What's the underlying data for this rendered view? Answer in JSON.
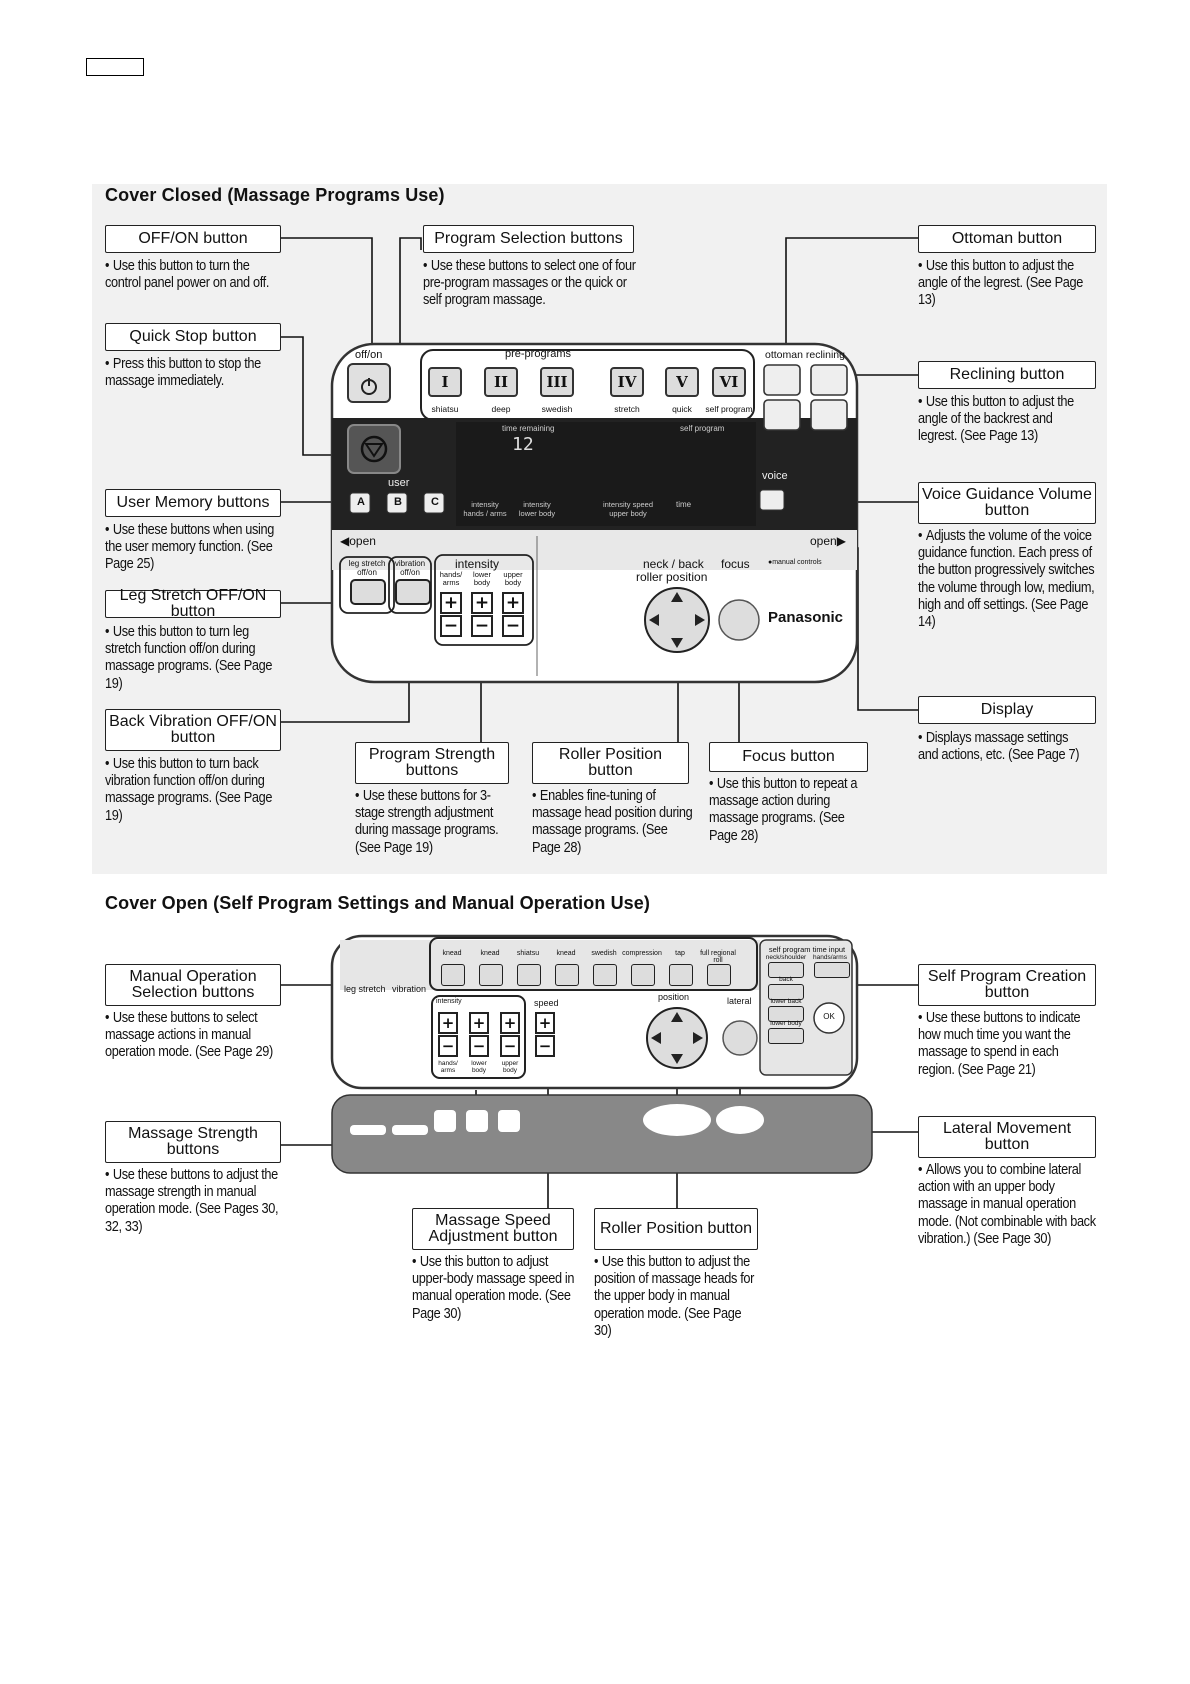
{
  "section_closed": {
    "title": "Cover Closed (Massage Programs Use)",
    "callouts": [
      {
        "id": "offon",
        "label": "OFF/ON button",
        "desc": "Use this button to turn the control panel power on and off."
      },
      {
        "id": "program",
        "label": "Program Selection buttons",
        "desc": "Use these buttons to select one of four pre-program massages or the quick or self program massage."
      },
      {
        "id": "ottoman",
        "label": "Ottoman button",
        "desc": "Use this button to adjust the angle of the legrest. (See Page 13)"
      },
      {
        "id": "quickstop",
        "label": "Quick Stop button",
        "desc": "Press this button to stop the massage immediately."
      },
      {
        "id": "reclining",
        "label": "Reclining button",
        "desc": "Use this button to adjust the angle of the backrest and legrest. (See Page 13)"
      },
      {
        "id": "usermemory",
        "label": "User Memory buttons",
        "desc": "Use these buttons when using the user memory function. (See Page 25)"
      },
      {
        "id": "voice",
        "label": "Voice Guidance Volume button",
        "desc": "Adjusts the volume of the voice guidance function. Each press of the button progressively switches the volume through low, medium, high and off settings. (See Page 14)"
      },
      {
        "id": "legstretch",
        "label": "Leg Stretch OFF/ON button",
        "desc": "Use this button to turn leg stretch function off/on during massage programs. (See Page 19)"
      },
      {
        "id": "backvib",
        "label": "Back Vibration OFF/ON button",
        "desc": "Use this button to turn back vibration function off/on during massage programs. (See Page 19)"
      },
      {
        "id": "display",
        "label": "Display",
        "desc": "Displays massage settings and actions, etc. (See Page 7)"
      },
      {
        "id": "strength",
        "label": "Program Strength buttons",
        "desc": "Use these buttons for 3-stage strength adjustment during massage programs. (See Page 19)"
      },
      {
        "id": "roller",
        "label": "Roller Position button",
        "desc": "Enables fine-tuning of massage head position during massage programs. (See Page 28)"
      },
      {
        "id": "focus",
        "label": "Focus button",
        "desc": "Use this button to repeat a massage action during massage programs. (See Page 28)"
      }
    ],
    "panel": {
      "offon_label": "off/on",
      "preprograms_label": "pre-programs",
      "prog_buttons": [
        "I",
        "II",
        "III",
        "IV",
        "V",
        "VI"
      ],
      "prog_names": [
        "shiatsu",
        "deep",
        "swedish",
        "stretch",
        "quick",
        "self program"
      ],
      "ottoman_reclining": "ottoman reclining",
      "time_remaining": "time remaining",
      "time_value": "12",
      "self_program": "self program",
      "user_label": "user",
      "user_buttons": [
        "A",
        "B",
        "C"
      ],
      "intensity_hands": "intensity hands / arms",
      "intensity_lower": "intensity lower body",
      "intensity_speed": "intensity speed upper body",
      "time": "time",
      "voice": "voice",
      "open_left": "◀open",
      "open_right": "open▶",
      "leg_stretch": "leg stretch off/on",
      "vibration": "vibration off/on",
      "intensity": "intensity",
      "hands_arms": "hands/ arms",
      "lower_body": "lower body",
      "upper_body": "upper body",
      "neck_back": "neck / back",
      "roller_position": "roller position",
      "focus": "focus",
      "manual_controls": "●manual controls",
      "brand": "Panasonic"
    }
  },
  "section_open": {
    "title": "Cover Open (Self Program Settings and Manual Operation Use)",
    "callouts": [
      {
        "id": "manualop",
        "label": "Manual Operation Selection buttons",
        "desc": "Use these buttons to select massage actions in manual operation mode. (See Page 29)"
      },
      {
        "id": "selfprog",
        "label": "Self Program Creation button",
        "desc": "Use these buttons to indicate how much time you want the massage to spend in each region. (See Page 21)"
      },
      {
        "id": "massagestrength",
        "label": "Massage Strength buttons",
        "desc": "Use these buttons to adjust the massage strength in manual operation mode. (See Pages 30, 32, 33)"
      },
      {
        "id": "lateral",
        "label": "Lateral Movement button",
        "desc": "Allows you to combine lateral action with an upper body massage in manual operation mode. (Not combinable with back vibration.) (See Page 30)"
      },
      {
        "id": "speed",
        "label": "Massage Speed Adjustment button",
        "desc": "Use this button to adjust upper-body massage speed in manual operation mode. (See Page 30)"
      },
      {
        "id": "roller2",
        "label": "Roller Position button",
        "desc": "Use this button to adjust the position of massage heads for the upper body in manual operation mode. (See Page 30)"
      }
    ],
    "panel": {
      "actions": [
        "knead",
        "knead",
        "shiatsu",
        "knead",
        "swedish",
        "compression",
        "tap",
        "full regional roll"
      ],
      "leg_stretch": "leg stretch",
      "vibration": "vibration",
      "intensity": "intensity",
      "speed": "speed",
      "position": "position",
      "lateral": "lateral",
      "self_program_time_input": "self program time input",
      "neck_shoulder": "neck/shoulder",
      "hands_arms": "hands/arms",
      "back": "back",
      "lower_back": "lower back",
      "lower_body": "lower body",
      "ok": "OK",
      "hands_arms2": "hands/ arms",
      "lower_body2": "lower body",
      "upper_body2": "upper body"
    }
  }
}
